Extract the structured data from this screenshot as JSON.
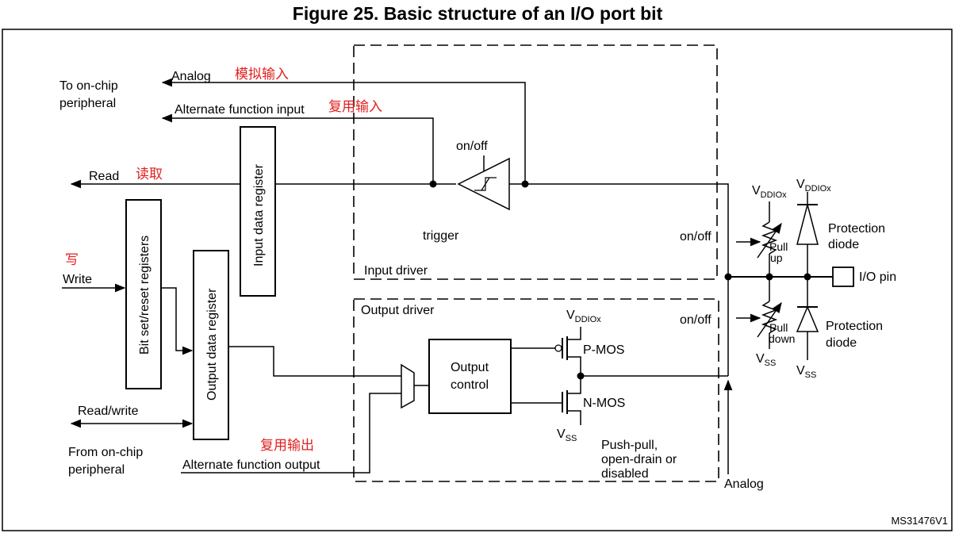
{
  "figure": {
    "title": "Figure 25. Basic structure of an I/O port bit",
    "id_code": "MS31476V1"
  },
  "labels": {
    "to_onchip_1": "To on-chip",
    "to_onchip_2": "peripheral",
    "analog_in": "Analog",
    "analog_in_cn": "模拟输入",
    "alt_fn_input": "Alternate function input",
    "alt_fn_input_cn": "复用输入",
    "read": "Read",
    "read_cn": "读取",
    "write_cn": "写",
    "write": "Write",
    "read_write": "Read/write",
    "from_onchip_1": "From on-chip",
    "from_onchip_2": "peripheral",
    "alt_fn_output_cn": "复用输出",
    "alt_fn_output": "Alternate function output",
    "input_data_register": "Input data register",
    "bit_set_reset_registers": "Bit set/reset registers",
    "output_data_register": "Output data register",
    "trigger_onoff": "on/off",
    "trigger": "trigger",
    "input_driver": "Input driver",
    "output_driver": "Output driver",
    "output_control_1": "Output",
    "output_control_2": "control",
    "vddiox": "V",
    "vddiox_sub": "DDIOx",
    "vss": "V",
    "vss_sub": "SS",
    "pmos": "P-MOS",
    "nmos": "N-MOS",
    "push_pull_1": "Push-pull,",
    "push_pull_2": "open-drain or",
    "push_pull_3": "disabled",
    "analog_out": "Analog",
    "pullup_onoff": "on/off",
    "pulldown_onoff": "on/off",
    "pull": "Pull",
    "up": "up",
    "down": "down",
    "protection_1": "Protection",
    "protection_2": "diode",
    "io_pin": "I/O pin"
  }
}
